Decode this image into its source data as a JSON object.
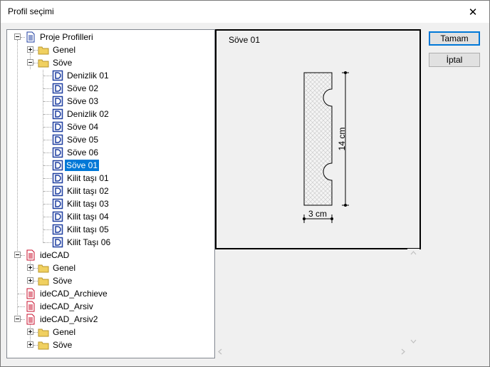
{
  "window": {
    "title": "Profil seçimi",
    "close_glyph": "✕"
  },
  "tree": {
    "nodes": [
      {
        "label": "Proje Profilleri",
        "icon": "document-blue-icon"
      },
      {
        "label": "Genel",
        "icon": "folder-icon"
      },
      {
        "label": "Söve",
        "icon": "folder-icon"
      },
      {
        "label": "Denizlik 01",
        "icon": "profile-d-icon"
      },
      {
        "label": "Söve 02",
        "icon": "profile-d-icon"
      },
      {
        "label": "Söve 03",
        "icon": "profile-d-icon"
      },
      {
        "label": "Denizlik 02",
        "icon": "profile-d-icon"
      },
      {
        "label": "Söve 04",
        "icon": "profile-d-icon"
      },
      {
        "label": "Söve 05",
        "icon": "profile-d-icon"
      },
      {
        "label": "Söve 06",
        "icon": "profile-d-icon"
      },
      {
        "label": "Söve 01",
        "icon": "profile-d-icon",
        "selected": true
      },
      {
        "label": "Kilit taşı 01",
        "icon": "profile-d-icon"
      },
      {
        "label": "Kilit taşı 02",
        "icon": "profile-d-icon"
      },
      {
        "label": "Kilit taşı 03",
        "icon": "profile-d-icon"
      },
      {
        "label": "Kilit taşı 04",
        "icon": "profile-d-icon"
      },
      {
        "label": "Kilit taşı 05",
        "icon": "profile-d-icon"
      },
      {
        "label": "Kilit Taşı 06",
        "icon": "profile-d-icon"
      },
      {
        "label": "ideCAD",
        "icon": "document-red-icon"
      },
      {
        "label": "Genel",
        "icon": "folder-icon"
      },
      {
        "label": "Söve",
        "icon": "folder-icon"
      },
      {
        "label": "ideCAD_Archieve",
        "icon": "document-red-icon"
      },
      {
        "label": "ideCAD_Arsiv",
        "icon": "document-red-icon"
      },
      {
        "label": "ideCAD_Arsiv2",
        "icon": "document-red-icon"
      },
      {
        "label": "Genel",
        "icon": "folder-icon"
      },
      {
        "label": "Söve",
        "icon": "folder-icon"
      }
    ]
  },
  "preview": {
    "title": "Söve 01",
    "height_label": "14 cm",
    "width_label": "3 cm"
  },
  "buttons": {
    "ok": "Tamam",
    "cancel": "İptal"
  },
  "colors": {
    "selection": "#0078d7",
    "doc_blue": "#1f3fa0",
    "doc_red": "#c8102e",
    "folder": "#f0d060"
  }
}
